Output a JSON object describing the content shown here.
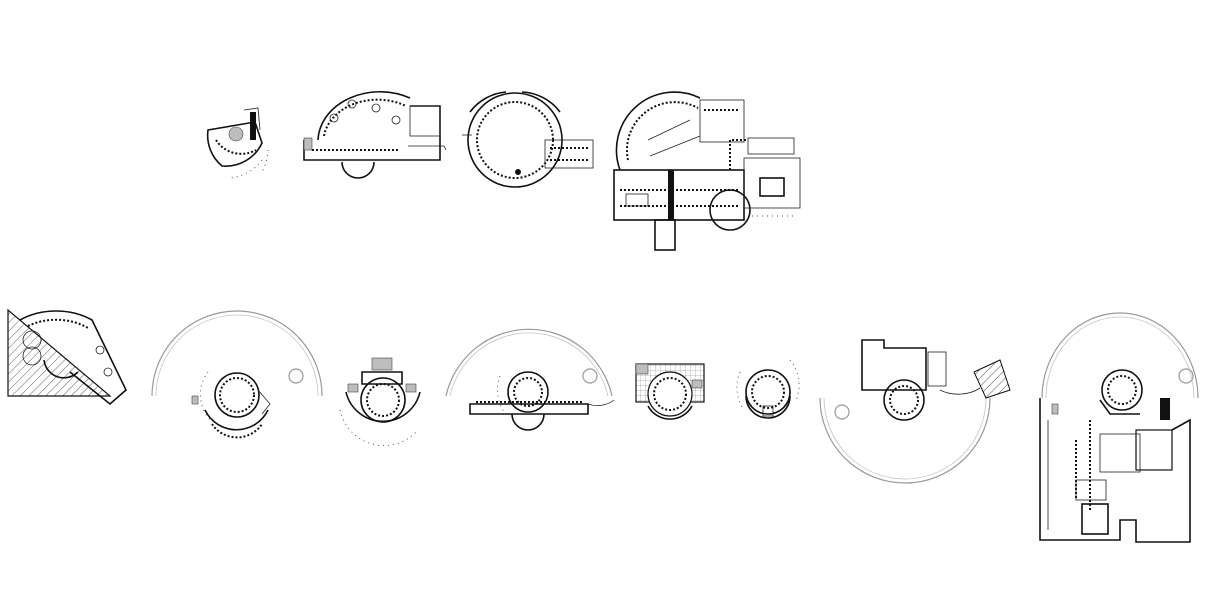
{
  "drawing": {
    "background_color": "#ffffff",
    "line_color": "#111111",
    "faint_line_color": "#9a9a9a",
    "poche_color": "#bdbdbd"
  },
  "rows": [
    {
      "name": "top-row",
      "plans": 4
    },
    {
      "name": "bottom-row",
      "plans": 8
    }
  ]
}
